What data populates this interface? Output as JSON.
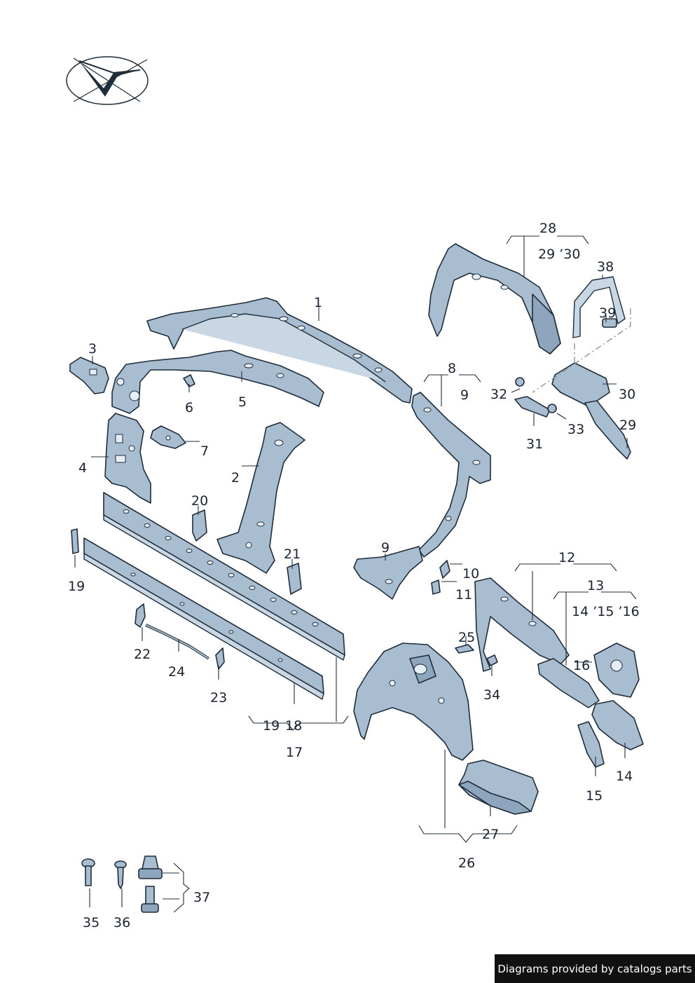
{
  "footer": {
    "text": "Diagrams provided by catalogs parts"
  },
  "logo": {
    "icon": "vw-check-logo-icon"
  },
  "callouts": {
    "c1": "1",
    "c2": "2",
    "c3": "3",
    "c4": "4",
    "c5": "5",
    "c6": "6",
    "c7": "7",
    "c8": "8",
    "c9a": "9",
    "c9b": "9",
    "c10": "10",
    "c11": "11",
    "c12": "12",
    "c13": "13",
    "c13sub": "14 ’15 ’16",
    "c14": "14",
    "c15": "15",
    "c16": "16",
    "c17": "17",
    "c18": "18",
    "c19a": "19",
    "c19b": "19",
    "c20": "20",
    "c21": "21",
    "c22": "22",
    "c23": "23",
    "c24": "24",
    "c25": "25",
    "c26": "26",
    "c27": "27",
    "c28": "28",
    "c28sub": "29 ’30",
    "c29": "29",
    "c30": "30",
    "c31": "31",
    "c32": "32",
    "c33": "33",
    "c34": "34",
    "c35": "35",
    "c36": "36",
    "c37": "37",
    "c38": "38",
    "c39": "39"
  }
}
